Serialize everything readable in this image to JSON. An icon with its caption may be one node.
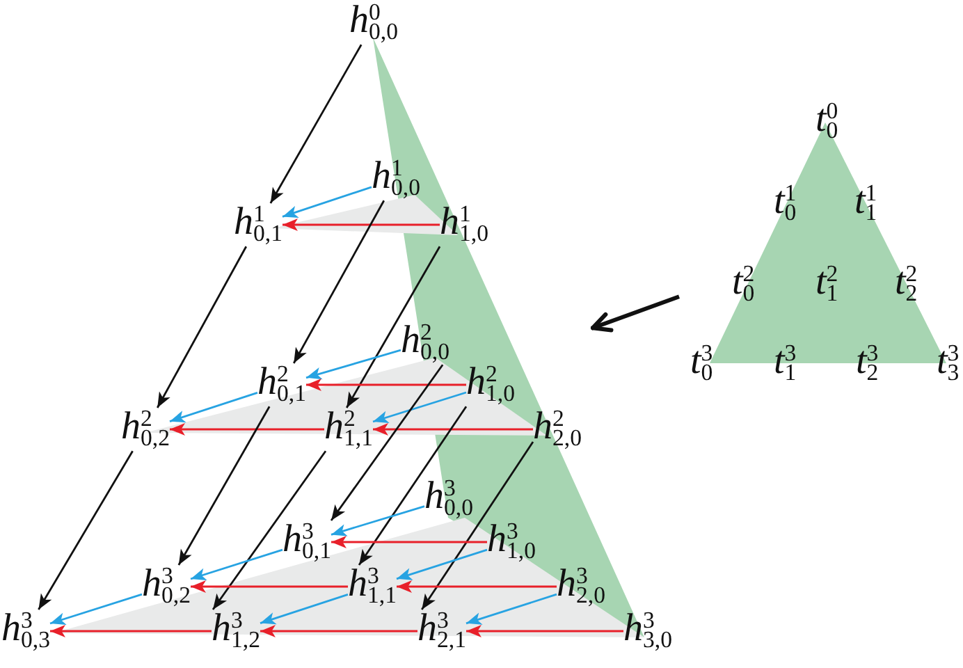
{
  "diagram": {
    "nodes": [
      {
        "text": [
          "*h*$^{0}$$_{0,0}$"
        ]
      },
      {
        "text": [
          "*h*$^{1}$$_{0,0}$"
        ]
      },
      {
        "text": [
          "*h*$^{1}$$_{0,1}$"
        ]
      },
      {
        "text": [
          "*h*$^{1}$$_{1,0}$"
        ]
      },
      {
        "text": [
          "*h*$^{2}$$_{0,0}$"
        ]
      },
      {
        "text": [
          "*h*$^{2}$$_{0,1}$"
        ]
      },
      {
        "text": [
          "*h*$^{2}$$_{1,0}$"
        ]
      },
      {
        "text": [
          "*h*$^{2}$$_{0,2}$"
        ]
      },
      {
        "text": [
          "*h*$^{2}$$_{1,1}$"
        ]
      },
      {
        "text": [
          "*h*$^{2}$$_{2,0}$"
        ]
      },
      {
        "text": [
          "*h*$^{3}$$_{0,0}$"
        ]
      },
      {
        "text": [
          "*h*$^{3}$$_{0,1}$"
        ]
      },
      {
        "text": [
          "*h*$^{3}$$_{1,0}$"
        ]
      },
      {
        "text": [
          "*h*$^{3}$$_{0,2}$"
        ]
      },
      {
        "text": [
          "*h*$^{3}$$_{1,1}$"
        ]
      },
      {
        "text": [
          "*h*$^{3}$$_{2,0}$"
        ]
      },
      {
        "text": [
          "*h*$^{3}$$_{0,3}$"
        ]
      },
      {
        "text": [
          "*h*$^{3}$$_{1,2}$"
        ]
      },
      {
        "text": [
          "*h*$^{3}$$_{2,1}$"
        ]
      },
      {
        "text": [
          "*h*$^{3}$$_{3,0}$"
        ]
      },
      {
        "text": [
          "*t*$^{0}$$_{0}$",
          "*t*$^{1}$$_{0}$",
          "*t*$^{1}$$_{1}$",
          "*t*$^{2}$$_{0}$",
          "*t*$^{2}$$_{1}$",
          "*t*$^{2}$$_{2}$",
          "*t*$^{3}$$_{0}$",
          "*t*$^{3}$$_{1}$",
          "*t*$^{3}$$_{2}$",
          "*t*$^{3}$$_{3}$"
        ]
      }
    ],
    "edges": [
      {
        "from": 0,
        "to": 2,
        "arrow": "to"
      },
      {
        "from": 1,
        "to": 2,
        "arrow": "to",
        "color": "#27a3e2"
      },
      {
        "from": 3,
        "to": 2,
        "arrow": "to",
        "color": "#e8202a"
      },
      {
        "from": 2,
        "to": 7,
        "arrow": "to"
      },
      {
        "from": 1,
        "to": 5,
        "arrow": "to"
      },
      {
        "from": 3,
        "to": 8,
        "arrow": "to"
      },
      {
        "from": 4,
        "to": 5,
        "arrow": "to",
        "color": "#27a3e2"
      },
      {
        "from": 6,
        "to": 5,
        "arrow": "to",
        "color": "#e8202a"
      },
      {
        "from": 5,
        "to": 7,
        "arrow": "to",
        "color": "#27a3e2"
      },
      {
        "from": 8,
        "to": 7,
        "arrow": "to",
        "color": "#e8202a"
      },
      {
        "from": 6,
        "to": 8,
        "arrow": "to",
        "color": "#27a3e2"
      },
      {
        "from": 9,
        "to": 8,
        "arrow": "to",
        "color": "#e8202a"
      },
      {
        "from": 7,
        "to": 16,
        "arrow": "to"
      },
      {
        "from": 5,
        "to": 13,
        "arrow": "to"
      },
      {
        "from": 4,
        "to": 11,
        "arrow": "to"
      },
      {
        "from": 8,
        "to": 17,
        "arrow": "to"
      },
      {
        "from": 6,
        "to": 14,
        "arrow": "to"
      },
      {
        "from": 9,
        "to": 18,
        "arrow": "to"
      },
      {
        "from": 10,
        "to": 11,
        "arrow": "to",
        "color": "#27a3e2"
      },
      {
        "from": 12,
        "to": 11,
        "arrow": "to",
        "color": "#e8202a"
      },
      {
        "from": 11,
        "to": 13,
        "arrow": "to",
        "color": "#27a3e2"
      },
      {
        "from": 14,
        "to": 13,
        "arrow": "to",
        "color": "#e8202a"
      },
      {
        "from": 13,
        "to": 16,
        "arrow": "to",
        "color": "#27a3e2"
      },
      {
        "from": 17,
        "to": 16,
        "arrow": "to",
        "color": "#e8202a"
      },
      {
        "from": 12,
        "to": 14,
        "arrow": "to",
        "color": "#27a3e2"
      },
      {
        "from": 15,
        "to": 14,
        "arrow": "to",
        "color": "#e8202a"
      },
      {
        "from": 14,
        "to": 17,
        "arrow": "to",
        "color": "#27a3e2"
      },
      {
        "from": 18,
        "to": 17,
        "arrow": "to",
        "color": "#e8202a"
      },
      {
        "from": 15,
        "to": 18,
        "arrow": "to",
        "color": "#27a3e2"
      },
      {
        "from": 19,
        "to": 18,
        "arrow": "to",
        "color": "#e8202a"
      },
      {
        "from": 20,
        "to": null,
        "arrow": "to",
        "style": "thick"
      }
    ]
  }
}
